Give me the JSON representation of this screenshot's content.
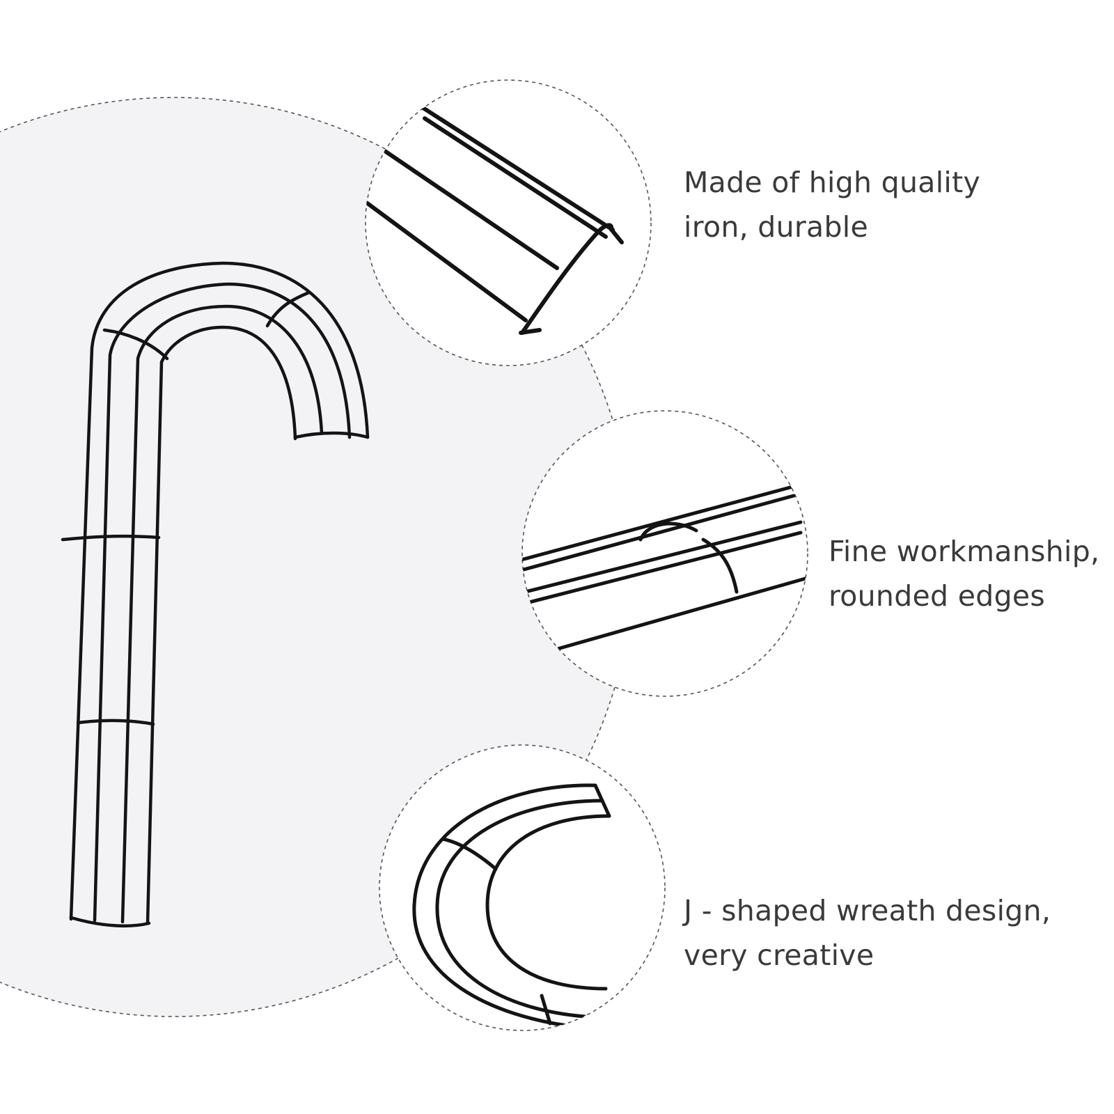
{
  "features": [
    {
      "line1": "Made of high quality",
      "line2": "iron, durable",
      "detail_view": "parallel-wire-end-closeup"
    },
    {
      "line1": "Fine workmanship,",
      "line2": "rounded edges",
      "detail_view": "wire-joint-closeup"
    },
    {
      "line1": "J - shaped wreath design,",
      "line2": "very creative",
      "detail_view": "curved-hook-closeup"
    }
  ],
  "colors": {
    "background": "#ffffff",
    "panel": "#f3f3f5",
    "wire": "#141414",
    "text": "#3a3a3a",
    "dashed_outline": "#555555"
  },
  "product": {
    "icon": "candy-cane-wire-frame-icon"
  }
}
